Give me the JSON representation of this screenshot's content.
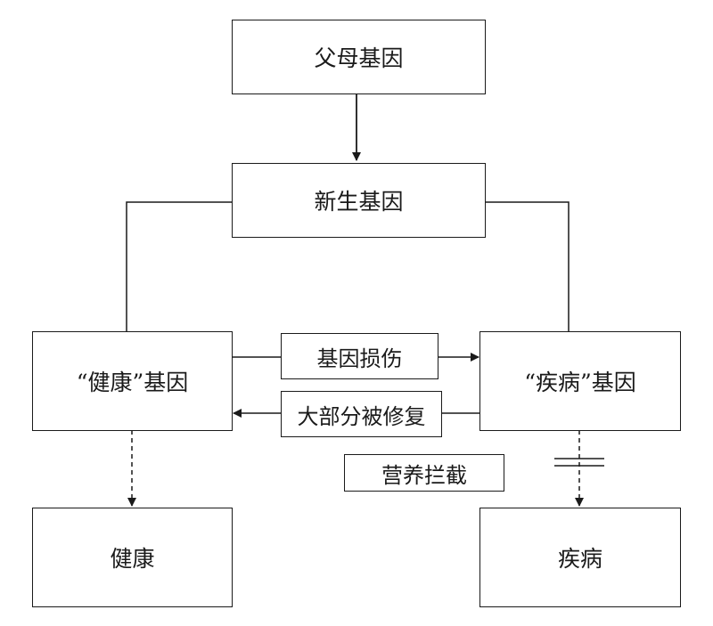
{
  "nodes": {
    "parent_genes": "父母基因",
    "new_genes": "新生基因",
    "healthy_genes": "“健康”基因",
    "disease_genes": "“疾病”基因",
    "health": "健康",
    "disease": "疾病"
  },
  "labels": {
    "gene_damage": "基因损伤",
    "mostly_repaired": "大部分被修复",
    "nutrition_block": "营养拦截"
  },
  "colors": {
    "stroke": "#1a1a1a",
    "background": "#ffffff"
  }
}
